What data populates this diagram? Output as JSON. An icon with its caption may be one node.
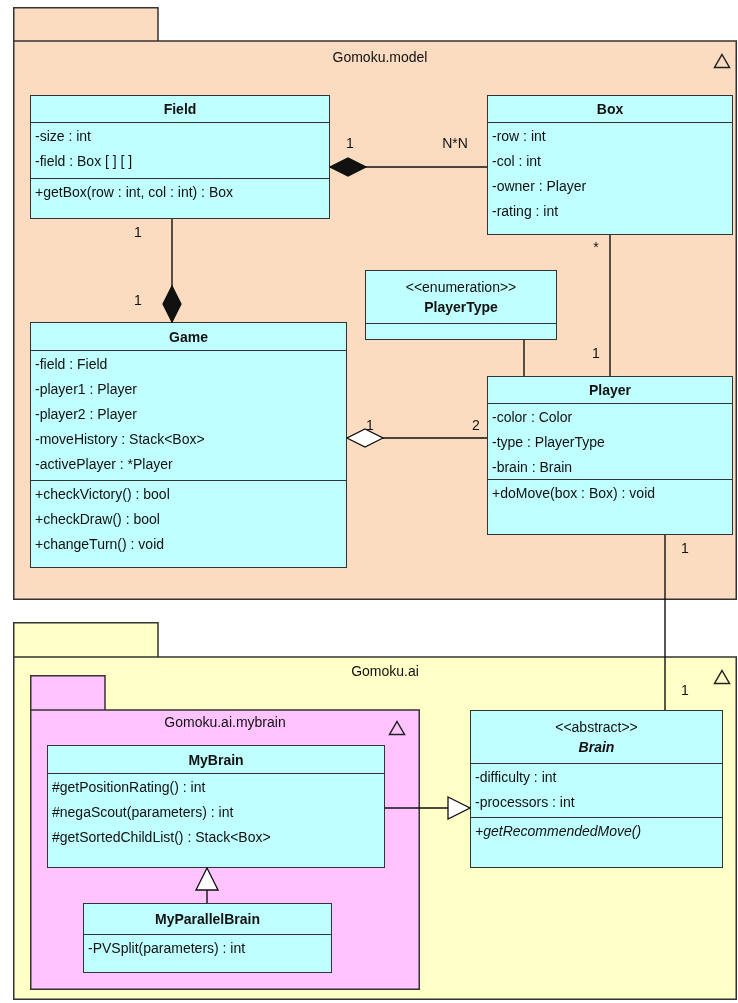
{
  "diagram": {
    "nodes": [
      {
        "text": [
          "Gomoku.model"
        ]
      },
      {
        "text": [
          "Field",
          "-size : int",
          "-field : Box [ ] [ ]",
          "+getBox(row : int, col : int) : Box"
        ],
        "in": 0
      },
      {
        "text": [
          "Box",
          "-row : int",
          "-col : int",
          "-owner : Player",
          "-rating : int"
        ],
        "in": 0
      },
      {
        "text": [
          "<<enumeration>>",
          "PlayerType"
        ],
        "in": 0
      },
      {
        "text": [
          "Game",
          "-field : Field",
          "-player1 : Player",
          "-player2 : Player",
          "-moveHistory : Stack<Box>",
          "-activePlayer : *Player",
          "+checkVictory() : bool",
          "+checkDraw() : bool",
          "+changeTurn() : void"
        ],
        "in": 0
      },
      {
        "text": [
          "Player",
          "-color : Color",
          "-type : PlayerType",
          "-brain : Brain",
          "+doMove(box : Box) : void"
        ],
        "in": 0
      },
      {
        "text": [
          "Gomoku.ai"
        ]
      },
      {
        "text": [
          "Gomoku.ai.mybrain"
        ],
        "in": 6
      },
      {
        "text": [
          "MyBrain",
          "#getPositionRating() : int",
          "#negaScout(parameters) : int",
          "#getSortedChildList() : Stack<Box>"
        ],
        "in": 7
      },
      {
        "text": [
          "MyParallelBrain",
          "-PVSplit(parameters) : int"
        ],
        "in": 7
      },
      {
        "text": [
          "<<abstract>>",
          "Brain",
          "-difficulty : int",
          "-processors : int",
          "+getRecommendedMove()"
        ],
        "in": 6
      }
    ],
    "edges": [
      {
        "from": 1,
        "to": 2,
        "arrow": "other"
      },
      {
        "from": 4,
        "to": 1,
        "arrow": "other"
      },
      {
        "from": 2,
        "to": 5,
        "arrow": "none"
      },
      {
        "from": 3,
        "to": 5,
        "arrow": "none"
      },
      {
        "from": 4,
        "to": 5,
        "arrow": "other"
      },
      {
        "from": 5,
        "to": 10,
        "arrow": "none"
      },
      {
        "from": 8,
        "to": 10,
        "arrow": "to"
      },
      {
        "from": 9,
        "to": 8,
        "arrow": "to"
      }
    ],
    "labels": [
      "1",
      "N*N",
      "1",
      "1",
      "*",
      "1",
      "1",
      "2",
      "1",
      "1"
    ]
  }
}
